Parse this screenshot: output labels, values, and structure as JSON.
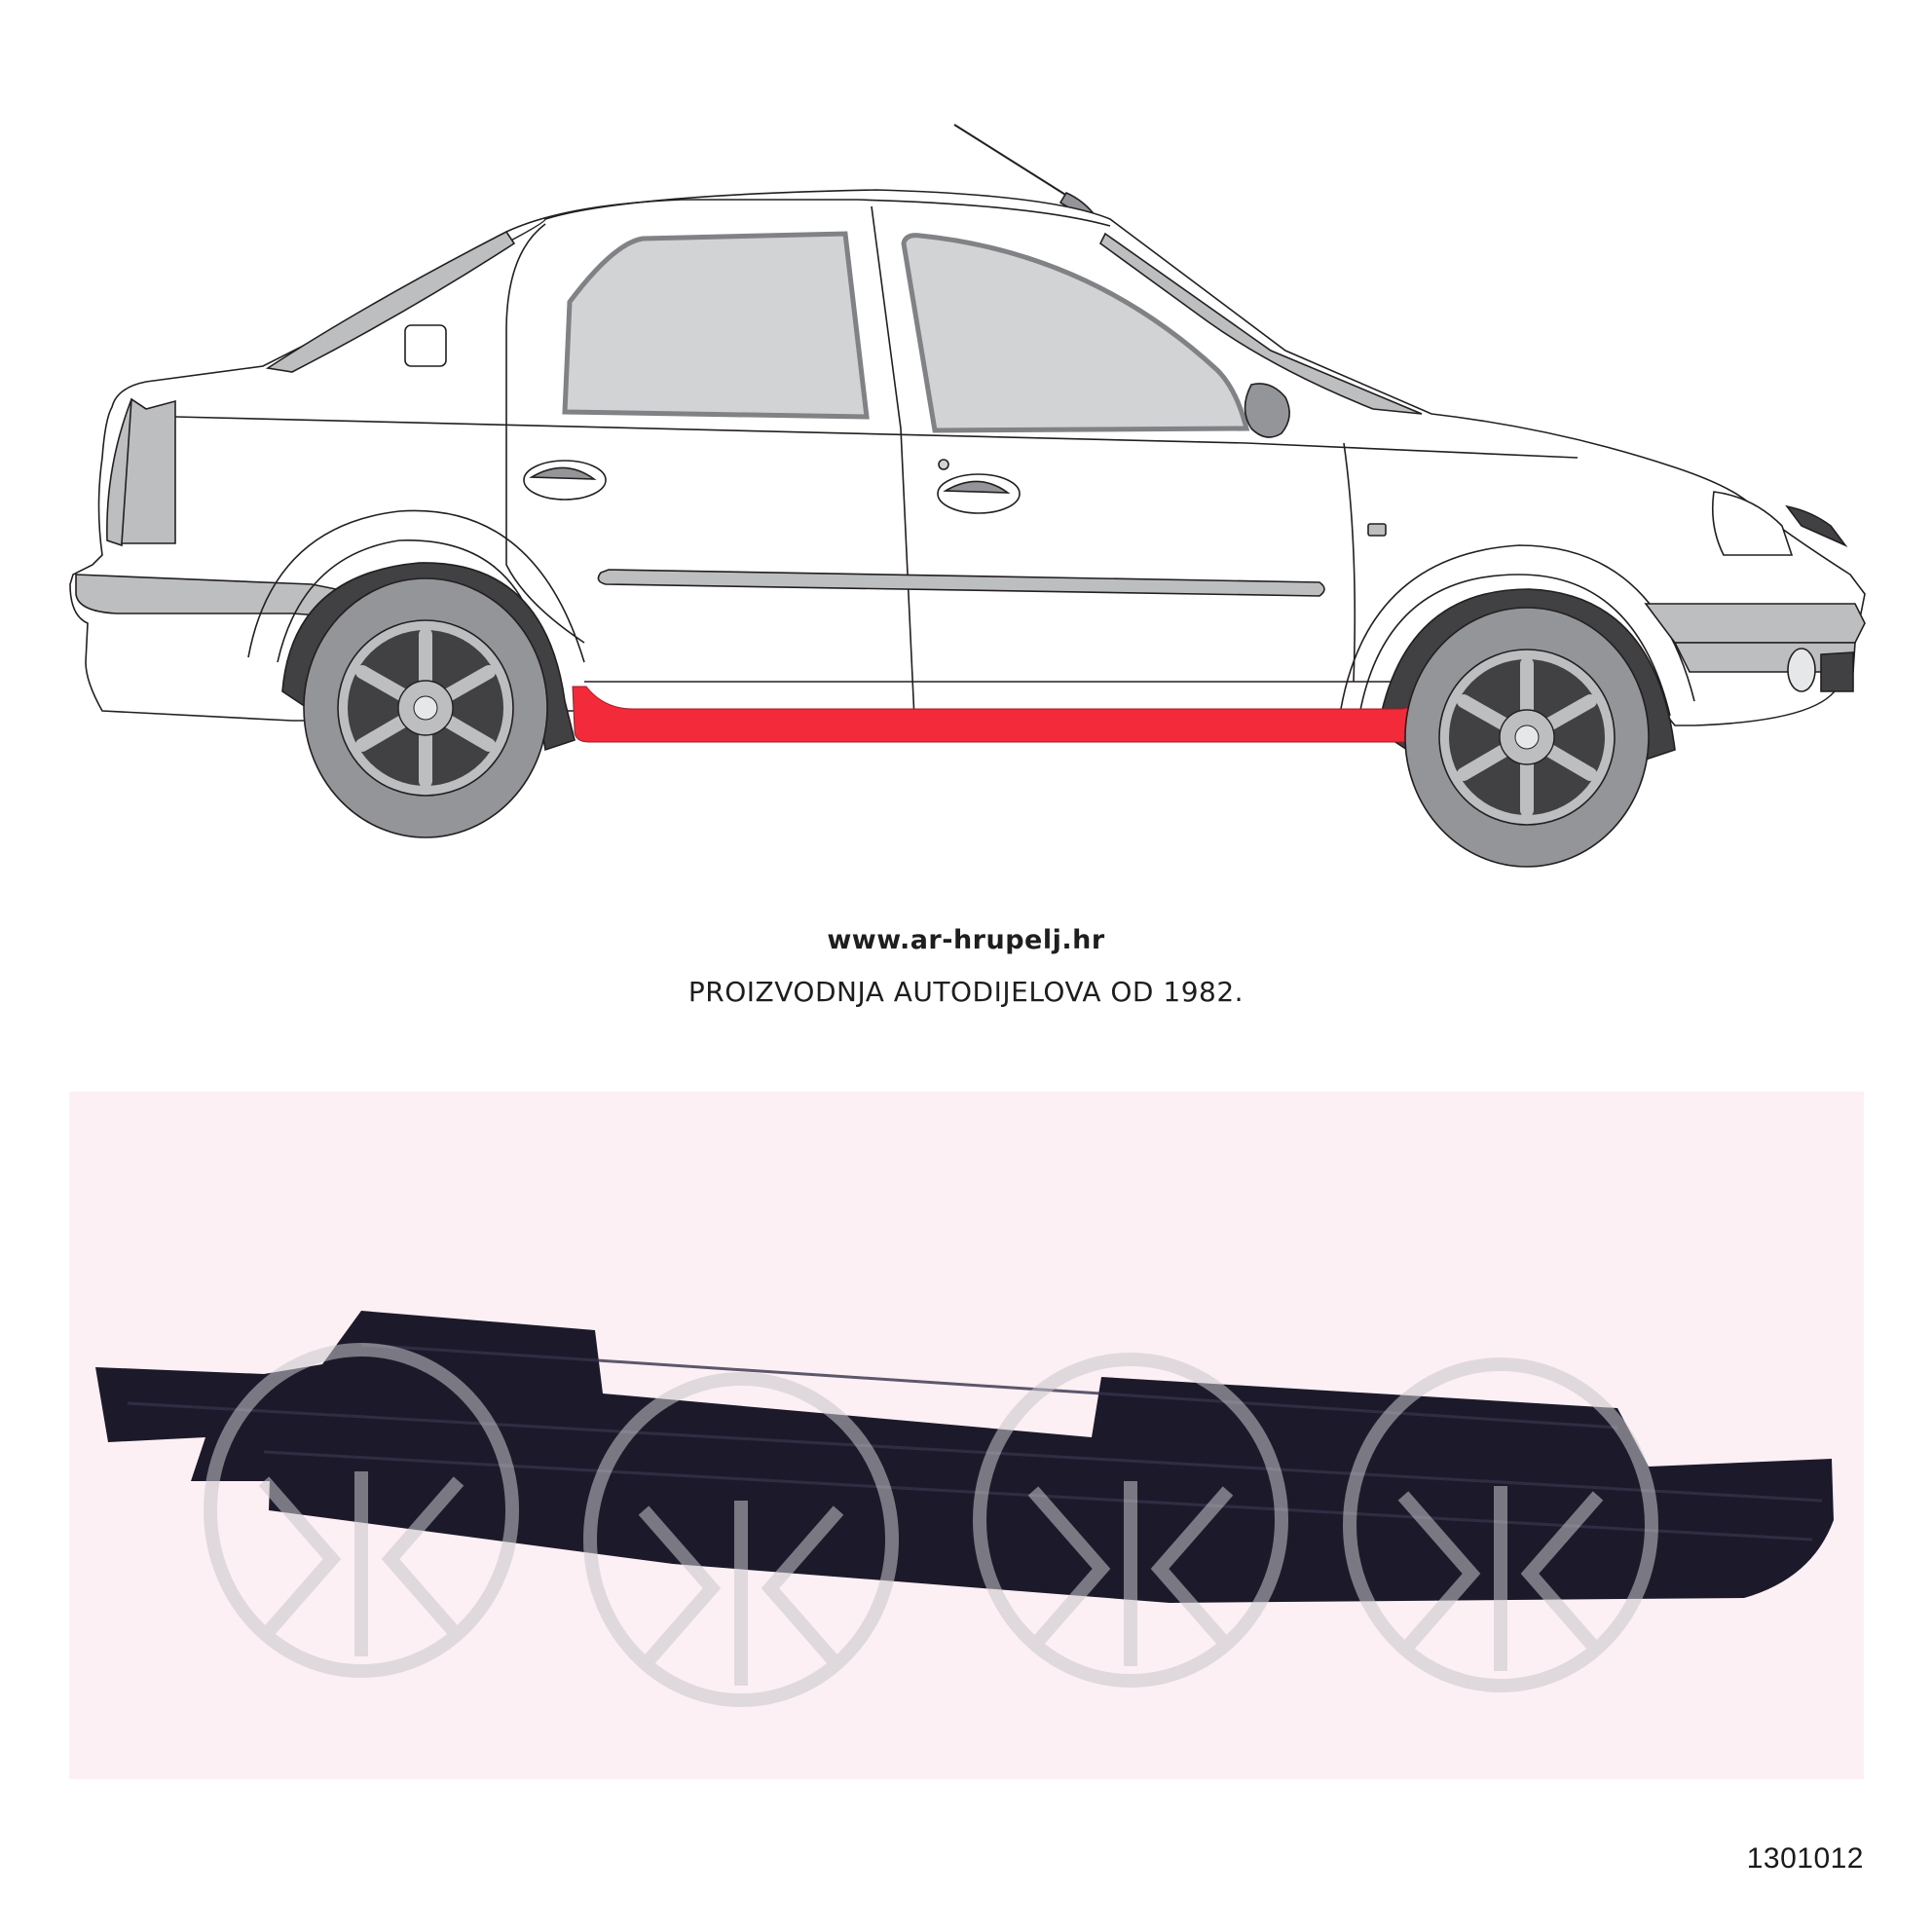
{
  "diagram": {
    "subject": "sedan side view (right side)",
    "highlighted_part": "right sill / rocker panel",
    "highlight_color": "#f22a3a",
    "body_color": "#ffffff",
    "glass_color": "#d1d3d5",
    "trim_color": "#bcbec0",
    "tire_color": "#939598",
    "wheel_arch_color": "#414042"
  },
  "caption": {
    "url": "www.ar-hrupelj.hr",
    "tagline": "PROIZVODNJA AUTODIJELOVA OD 1982."
  },
  "part_photo": {
    "background_color": "#fdf0f4",
    "part_color": "#1c1a2a",
    "watermark_icon": "kk-logo-watermark",
    "watermark_count": 4
  },
  "part_code": "1301012"
}
